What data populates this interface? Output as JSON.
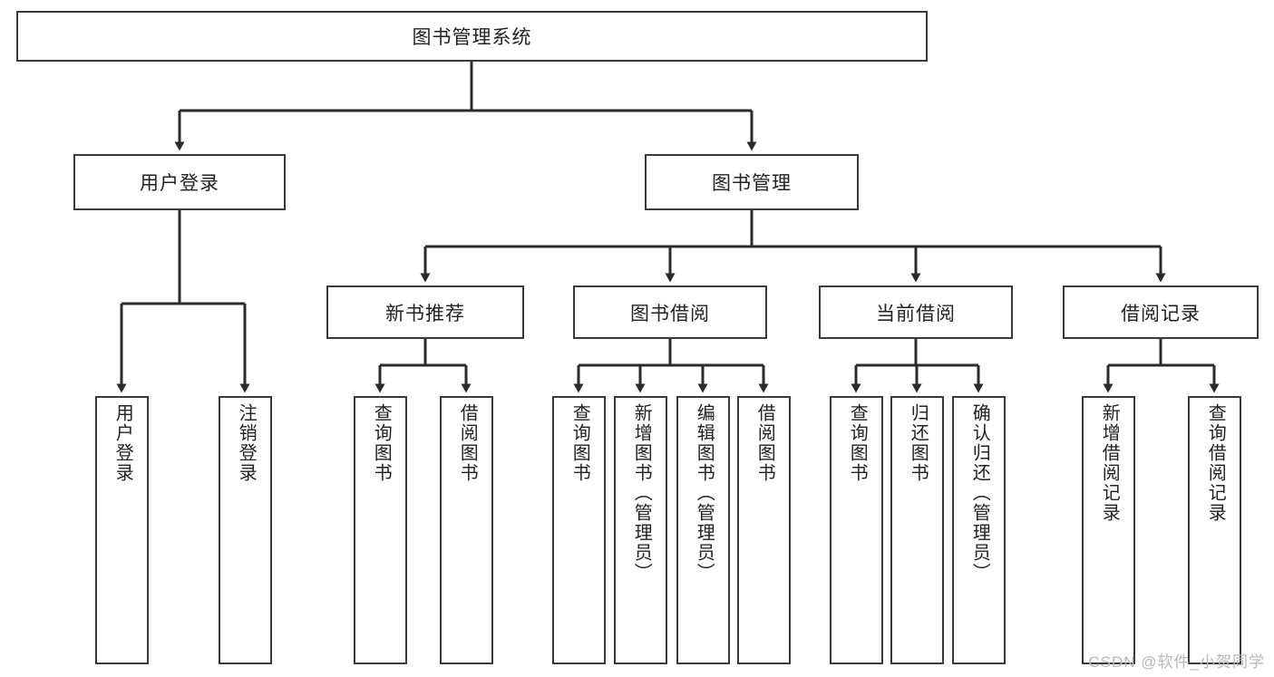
{
  "diagram": {
    "title": "图书管理系统",
    "type": "hierarchy-tree",
    "orientation": "top-down",
    "colors": {
      "box_border": "#3a3a3a",
      "box_fill": "#ffffff",
      "connector": "#2b2b2b",
      "text": "#222222",
      "watermark": "#b8b8b8"
    },
    "root": {
      "label": "图书管理系统"
    },
    "level2": [
      {
        "label": "用户登录"
      },
      {
        "label": "图书管理"
      }
    ],
    "level3": [
      {
        "label": "新书推荐"
      },
      {
        "label": "图书借阅"
      },
      {
        "label": "当前借阅"
      },
      {
        "label": "借阅记录"
      }
    ],
    "leaves": {
      "user_login": [
        {
          "label": "用户登录"
        },
        {
          "label": "注销登录"
        }
      ],
      "new_book_recommend": [
        {
          "label": "查询图书"
        },
        {
          "label": "借阅图书"
        }
      ],
      "book_borrow": [
        {
          "label": "查询图书"
        },
        {
          "label": "新增图书（管理员）"
        },
        {
          "label": "编辑图书（管理员）"
        },
        {
          "label": "借阅图书"
        }
      ],
      "current_borrow": [
        {
          "label": "查询图书"
        },
        {
          "label": "归还图书"
        },
        {
          "label": "确认归还（管理员）"
        }
      ],
      "borrow_record": [
        {
          "label": "新增借阅记录"
        },
        {
          "label": "查询借阅记录"
        }
      ]
    }
  },
  "watermark": {
    "text": "CSDN @软件_小贺同学"
  }
}
